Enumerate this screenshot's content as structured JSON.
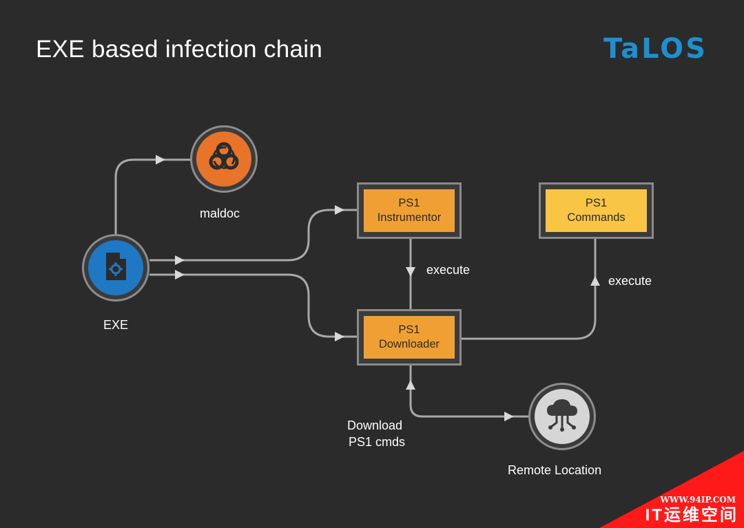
{
  "title": "EXE based infection chain",
  "logo": "TaLOS",
  "nodes": {
    "maldoc": {
      "label": "maldoc",
      "icon": "biohazard-icon"
    },
    "exe": {
      "label": "EXE",
      "icon": "file-gear-icon"
    },
    "instrumentor": {
      "line1": "PS1",
      "line2": "Instrumentor"
    },
    "downloader": {
      "line1": "PS1",
      "line2": "Downloader"
    },
    "commands": {
      "line1": "PS1",
      "line2": "Commands"
    },
    "remote": {
      "label": "Remote Location",
      "icon": "cloud-network-icon"
    }
  },
  "edges": {
    "execute_1": "execute",
    "execute_2": "execute",
    "download_line1": "Download",
    "download_line2": "PS1 cmds"
  },
  "watermark": {
    "url": "WWW.94IP.COM",
    "text": "IT运维空间"
  },
  "colors": {
    "background": "#2b2b2c",
    "connector": "#a9a9a9",
    "orange_box": "#f0a033",
    "yellow_box": "#f8c545",
    "biohazard": "#e8742a",
    "exe_blue": "#1f78c4",
    "talos_blue": "#1e8fd0",
    "watermark_red": "#ff1a1a"
  }
}
